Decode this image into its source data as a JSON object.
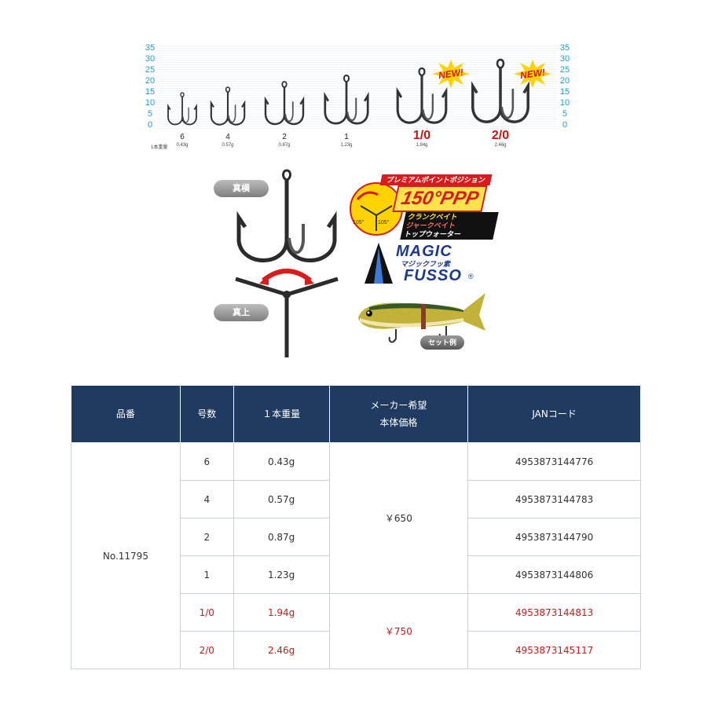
{
  "size_chart": {
    "scale_ticks": [
      "35",
      "30",
      "25",
      "20",
      "15",
      "10",
      "5",
      "0"
    ],
    "unit_label": "1本重量",
    "hooks": [
      {
        "size": "6",
        "weight": "0.43g",
        "new": false
      },
      {
        "size": "4",
        "weight": "0.57g",
        "new": false
      },
      {
        "size": "2",
        "weight": "0.87g",
        "new": false
      },
      {
        "size": "1",
        "weight": "1.23g",
        "new": false
      },
      {
        "size": "1/0",
        "weight": "1.94g",
        "new": true
      },
      {
        "size": "2/0",
        "weight": "2.46g",
        "new": true
      }
    ],
    "new_label": "NEW!"
  },
  "illustration": {
    "side_label": "真横",
    "top_label": "真上",
    "ppp": {
      "title": "プレミアムポイントポジション",
      "big": "150°PPP",
      "angle_left": "105°",
      "angle_right": "105°",
      "line1": "クランクベイト",
      "line2": "ジャークベイト",
      "line3": "トップウォーター"
    },
    "magic": {
      "line1": "MAGIC",
      "sub": "マジックフッ素",
      "line2": "FUSSO",
      "reg": "®"
    },
    "set_label": "セット例",
    "colors": {
      "brand_red": "#d81b1b",
      "brand_blue": "#1b3a8c",
      "yellow": "#ffe34d"
    }
  },
  "table": {
    "headers": {
      "code": "品番",
      "size": "号数",
      "weight": "１本重量",
      "price_line1": "メーカー希望",
      "price_line2": "本体価格",
      "jan": "JANコード"
    },
    "product_code": "No.11795",
    "price_a": "￥650",
    "price_b": "￥750",
    "rows": [
      {
        "size": "6",
        "weight": "0.43g",
        "jan": "4953873144776"
      },
      {
        "size": "4",
        "weight": "0.57g",
        "jan": "4953873144783"
      },
      {
        "size": "2",
        "weight": "0.87g",
        "jan": "4953873144790"
      },
      {
        "size": "1",
        "weight": "1.23g",
        "jan": "4953873144806"
      },
      {
        "size": "1/0",
        "weight": "1.94g",
        "jan": "4953873144813"
      },
      {
        "size": "2/0",
        "weight": "2.46g",
        "jan": "4953873145117"
      }
    ],
    "colors": {
      "header_bg": "#1f3b62",
      "new_text": "#cc1a1a"
    }
  }
}
